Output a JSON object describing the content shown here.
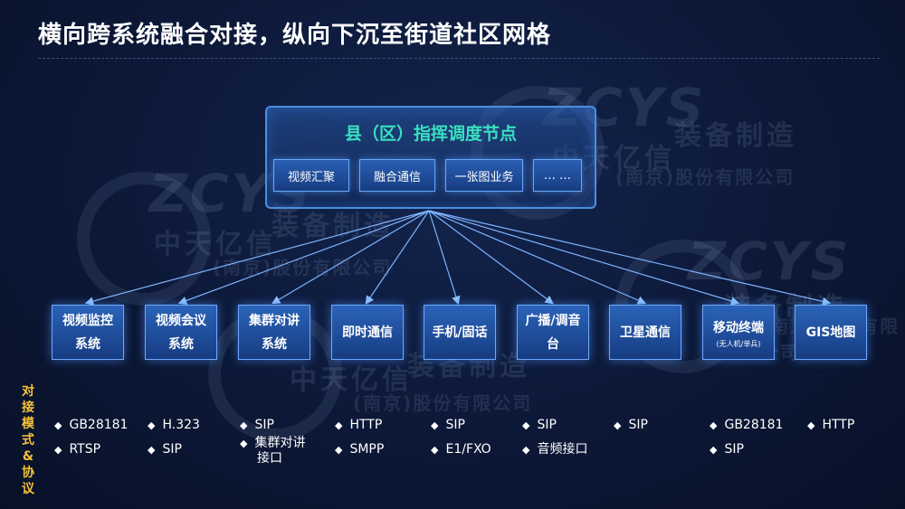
{
  "title": "横向跨系统融合对接，纵向下沉至街道社区网格",
  "head": {
    "title": "县（区）指挥调度节点",
    "items": [
      "视频汇聚",
      "融合通信",
      "一张图业务",
      "… …"
    ]
  },
  "systems": [
    {
      "line1": "视频监控",
      "line2": "系统"
    },
    {
      "line1": "视频会议",
      "line2": "系统"
    },
    {
      "line1": "集群对讲",
      "line2": "系统"
    },
    {
      "line1": "即时通信",
      "line2": ""
    },
    {
      "line1": "手机/固话",
      "line2": ""
    },
    {
      "line1": "广播/调音",
      "line2": "台"
    },
    {
      "line1": "卫星通信",
      "line2": ""
    },
    {
      "line1": "移动终端",
      "line2": "(无人机/单兵)"
    },
    {
      "line1": "GIS地图",
      "line2": ""
    }
  ],
  "side_label": "对接模式&协议",
  "protocols": [
    [
      "GB28181",
      "RTSP"
    ],
    [
      "H.323",
      "SIP"
    ],
    [
      "SIP",
      "集群对讲",
      "接口"
    ],
    [
      "HTTP",
      "SMPP"
    ],
    [
      "SIP",
      "E1/FXO"
    ],
    [
      "SIP",
      "音频接口"
    ],
    [
      "SIP"
    ],
    [
      "GB28181",
      "SIP"
    ],
    [
      "HTTP"
    ]
  ],
  "watermark": {
    "logo": "ZCYS",
    "company": "中天亿信",
    "tag": "装备制造",
    "sub": "(南京)股份有限公司"
  },
  "colors": {
    "background": "#0b1634",
    "accent_teal": "#38e0c0",
    "label_gold": "#f5c23a",
    "box_blue": "#2b63b8",
    "line": "#6ea9ff"
  }
}
